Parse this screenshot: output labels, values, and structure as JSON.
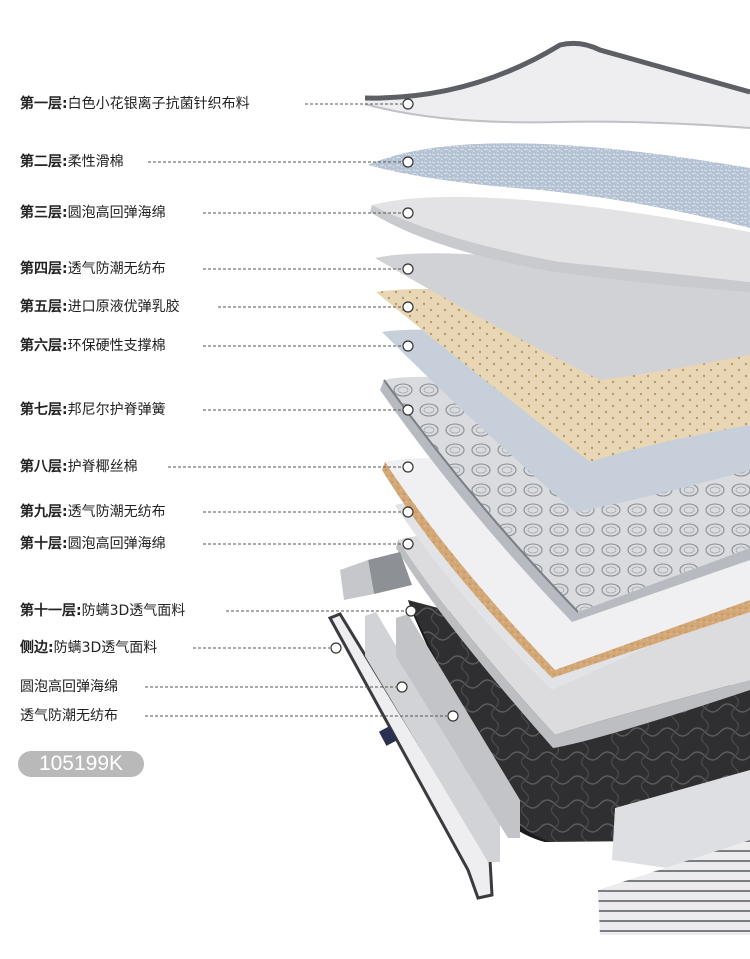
{
  "layers": [
    {
      "prefix": "第一层:",
      "text": "白色小花银离子抗菌针织布料"
    },
    {
      "prefix": "第二层:",
      "text": "柔性滑棉"
    },
    {
      "prefix": "第三层:",
      "text": "圆泡高回弹海绵"
    },
    {
      "prefix": "第四层:",
      "text": "透气防潮无纺布"
    },
    {
      "prefix": "第五层:",
      "text": "进口原液优弹乳胶"
    },
    {
      "prefix": "第六层:",
      "text": "环保硬性支撑棉"
    },
    {
      "prefix": "第七层:",
      "text": "邦尼尔护脊弹簧"
    },
    {
      "prefix": "第八层:",
      "text": "护脊椰丝棉"
    },
    {
      "prefix": "第九层:",
      "text": "透气防潮无纺布"
    },
    {
      "prefix": "第十层:",
      "text": "圆泡高回弹海绵"
    },
    {
      "prefix": "第十一层:",
      "text": "防螨3D透气面料"
    },
    {
      "prefix": "侧边:",
      "text": "防螨3D透气面料"
    },
    {
      "prefix": "",
      "text": "圆泡高回弹海绵"
    },
    {
      "prefix": "",
      "text": "透气防潮无纺布"
    }
  ],
  "model_code": "105199K",
  "colors": {
    "fabric": "#e7e8ea",
    "wadding": "#b7c4d4",
    "foam": "#dcdcde",
    "latex": "#e6d2ad",
    "support": "#c4ccd7",
    "coir": "#d6ab7c",
    "base_fabric": "#2f2f31",
    "leader_line": "#555555"
  }
}
